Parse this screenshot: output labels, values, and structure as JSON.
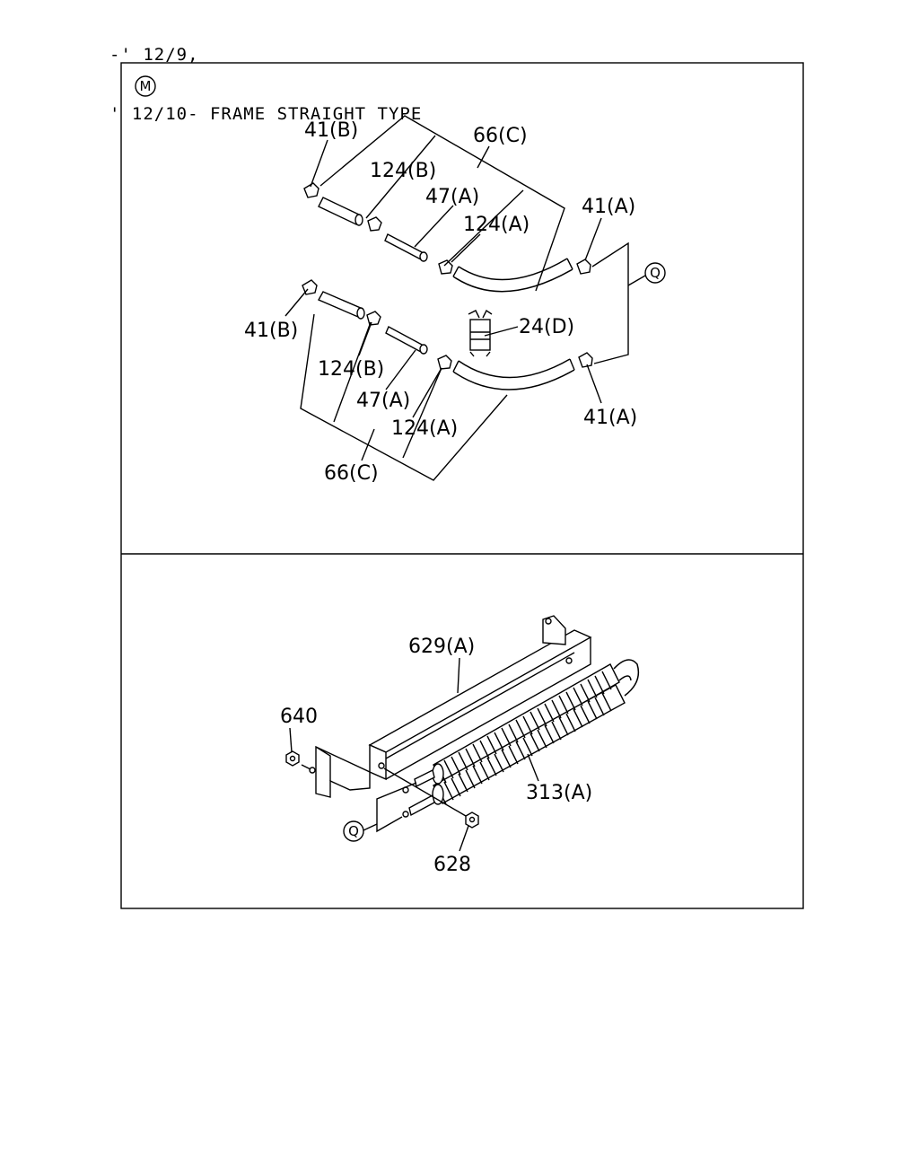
{
  "header": {
    "line1": "-' 12/9,",
    "line2": "' 12/10- FRAME STRAIGHT TYPE"
  },
  "markers": {
    "m": "M",
    "q": "Q"
  },
  "labels": {
    "l41b_top": "41(B)",
    "l66c_top": "66(C)",
    "l124b_top": "124(B)",
    "l47a_top": "47(A)",
    "l124a_top": "124(A)",
    "l41a_top": "41(A)",
    "l41b_bot": "41(B)",
    "l24d": "24(D)",
    "l124b_bot": "124(B)",
    "l47a_bot": "47(A)",
    "l124a_bot": "124(A)",
    "l41a_bot": "41(A)",
    "l66c_bot": "66(C)",
    "l629a": "629(A)",
    "l640": "640",
    "l313a": "313(A)",
    "l628": "628"
  }
}
